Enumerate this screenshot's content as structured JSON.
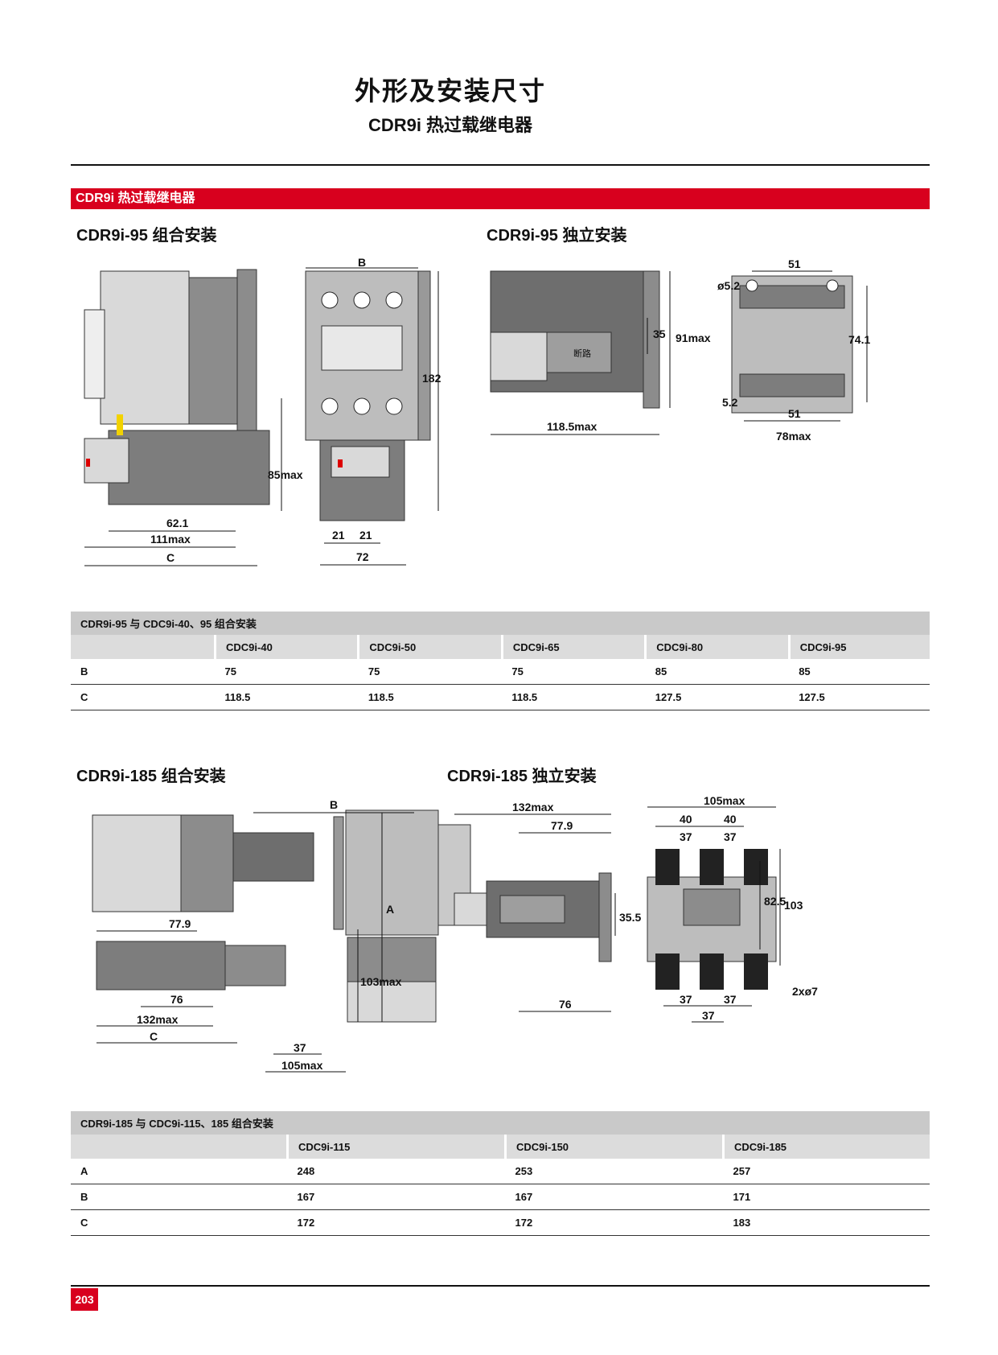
{
  "header": {
    "title": "外形及安装尺寸",
    "subtitle": "CDR9i 热过载继电器"
  },
  "banner": "CDR9i 热过载继电器",
  "section1": {
    "left_title": "CDR9i-95 组合安装",
    "right_title": "CDR9i-95 独立安装",
    "dims_left": [
      "62.1",
      "111max",
      "C",
      "B",
      "182",
      "85max",
      "21",
      "21",
      "72"
    ],
    "dims_right": [
      "35",
      "91max",
      "118.5max",
      "51",
      "ø5.2",
      "74.1",
      "5.2",
      "51",
      "78max"
    ],
    "device_label": "断路"
  },
  "table1": {
    "caption": "CDR9i-95 与 CDC9i-40、95 组合安装",
    "headers": [
      "",
      "CDC9i-40",
      "CDC9i-50",
      "CDC9i-65",
      "CDC9i-80",
      "CDC9i-95"
    ],
    "rows": [
      [
        "B",
        "75",
        "75",
        "75",
        "85",
        "85"
      ],
      [
        "C",
        "118.5",
        "118.5",
        "118.5",
        "127.5",
        "127.5"
      ]
    ]
  },
  "section2": {
    "left_title": "CDR9i-185 组合安装",
    "right_title": "CDR9i-185 独立安装",
    "dims_left": [
      "B",
      "77.9",
      "76",
      "132max",
      "C",
      "A",
      "103max",
      "37",
      "105max"
    ],
    "dims_right": [
      "132max",
      "77.9",
      "35.5",
      "76",
      "105max",
      "40",
      "40",
      "37",
      "37",
      "82.5",
      "103",
      "37",
      "37",
      "37",
      "2xø7"
    ]
  },
  "table2": {
    "caption": "CDR9i-185 与 CDC9i-115、185 组合安装",
    "headers": [
      "",
      "CDC9i-115",
      "CDC9i-150",
      "CDC9i-185"
    ],
    "rows": [
      [
        "A",
        "248",
        "253",
        "257"
      ],
      [
        "B",
        "167",
        "167",
        "171"
      ],
      [
        "C",
        "172",
        "172",
        "183"
      ]
    ]
  },
  "page_number": "203"
}
